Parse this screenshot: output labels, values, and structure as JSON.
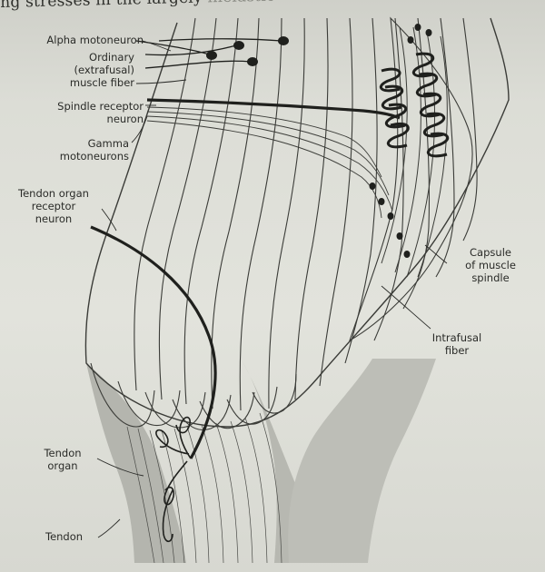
{
  "header": {
    "text": "ng stresses in the largely",
    "faded_text": "inelastic"
  },
  "labels": {
    "alpha_motoneuron": "Alpha motoneuron",
    "ordinary_fiber": [
      "Ordinary",
      "(extrafusal)",
      "muscle fiber"
    ],
    "spindle_receptor": [
      "Spindle receptor",
      "neuron"
    ],
    "gamma_motoneurons": [
      "Gamma",
      "motoneurons"
    ],
    "tendon_organ_receptor": [
      "Tendon organ",
      "receptor",
      "neuron"
    ],
    "capsule": [
      "Capsule",
      "of muscle",
      "spindle"
    ],
    "intrafusal": [
      "Intrafusal",
      "fiber"
    ],
    "tendon_organ": [
      "Tendon",
      "organ"
    ],
    "tendon": "Tendon"
  },
  "colors": {
    "ink": "#1f201d",
    "line": "#3b3c38",
    "tendon_fill": "#b4b5ae",
    "paper": "#e2e3dc"
  }
}
